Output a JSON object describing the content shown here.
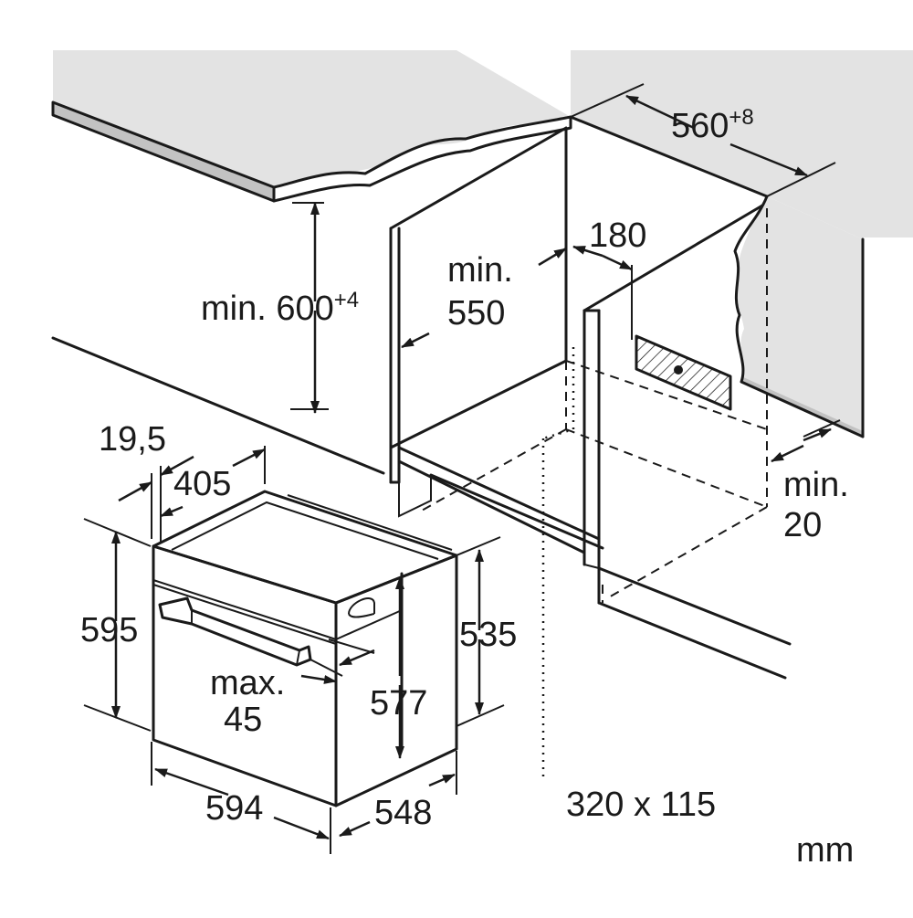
{
  "colors": {
    "worktop": "#e3e3e3",
    "worktop_edge": "#c2c2c2",
    "line": "#1a1a1a"
  },
  "icons": {
    "oven": "built-in-oven-icon",
    "vent": "ventilation-cutout-icon"
  },
  "dimensions": {
    "niche_width": {
      "value": "560",
      "sup": "+8"
    },
    "vent_offset": "180",
    "niche_height": {
      "prefix": "min. ",
      "value": "600",
      "sup": "+4"
    },
    "niche_depth": {
      "line1": "min.",
      "line2": "550"
    },
    "front_offset": "19,5",
    "depth_top": "405",
    "rear_gap": {
      "line1": "min.",
      "line2": "20"
    },
    "oven_height": "595",
    "body_height": "535",
    "handle_gap": {
      "line1": "max.",
      "line2": "45"
    },
    "inner_height": "577",
    "oven_width": "594",
    "oven_depth": "548",
    "vent_size": "320 x 115"
  },
  "unit": "mm"
}
